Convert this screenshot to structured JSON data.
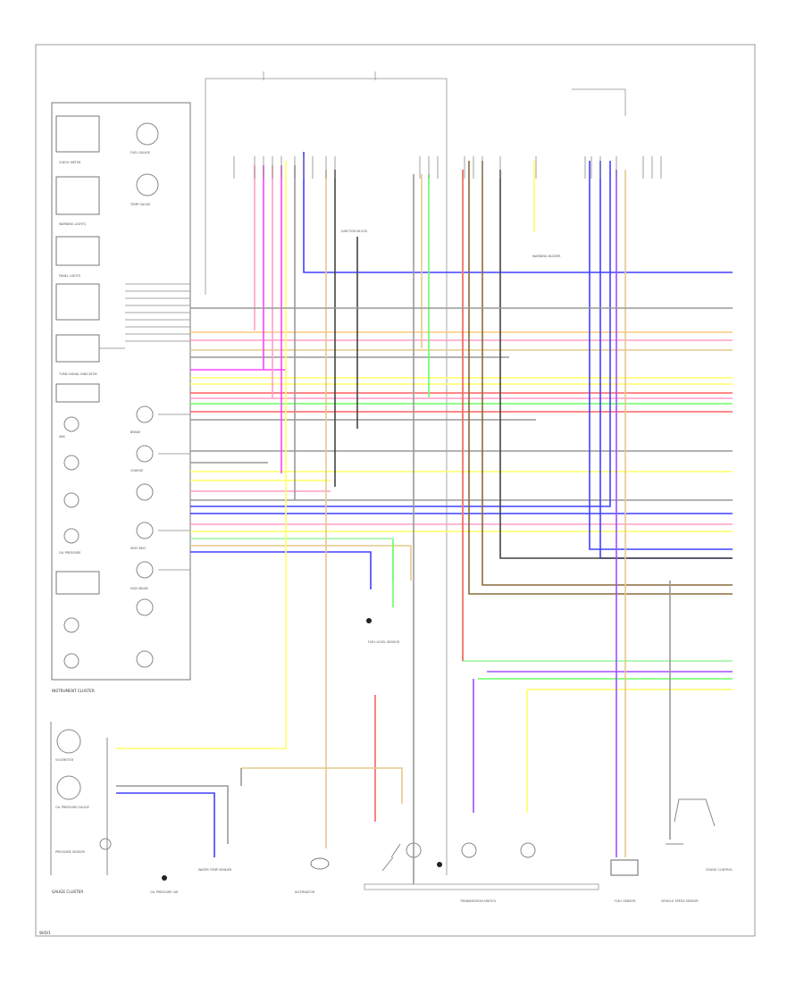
{
  "panels": {
    "instrument_cluster": "INSTRUMENT CLUSTER",
    "gauge_cluster": "GAUGE CLUSTER"
  },
  "cluster_items": [
    "CHECK METER",
    "WARNING LIGHTS",
    "PANEL LIGHTS",
    "TURN SIGNAL INDICATOR",
    "FUEL GAUGE",
    "TEMP GAUGE",
    "ABS",
    "BRAKE",
    "CHARGE",
    "OIL PRESSURE",
    "SEAT BELT",
    "HIGH BEAM"
  ],
  "gauge_items": [
    "VOLTMETER",
    "OIL PRESSURE GAUGE",
    "PRESSURE SENSOR"
  ],
  "components": {
    "c1": "JUNCTION BLOCK",
    "c2": "WARNING BUZZER",
    "c3": "FUEL LEVEL SENSOR",
    "c4": "WATER TEMP SENDER",
    "c5": "OIL PRESSURE SW",
    "c6": "TRANSMISSION SWITCH",
    "c7": "FUEL SENSOR",
    "c8": "VEHICLE SPEED SENSOR",
    "c9": "ALTERNATOR",
    "c10": "CRUISE CONTROL"
  },
  "footer_ref": "W/D/1"
}
